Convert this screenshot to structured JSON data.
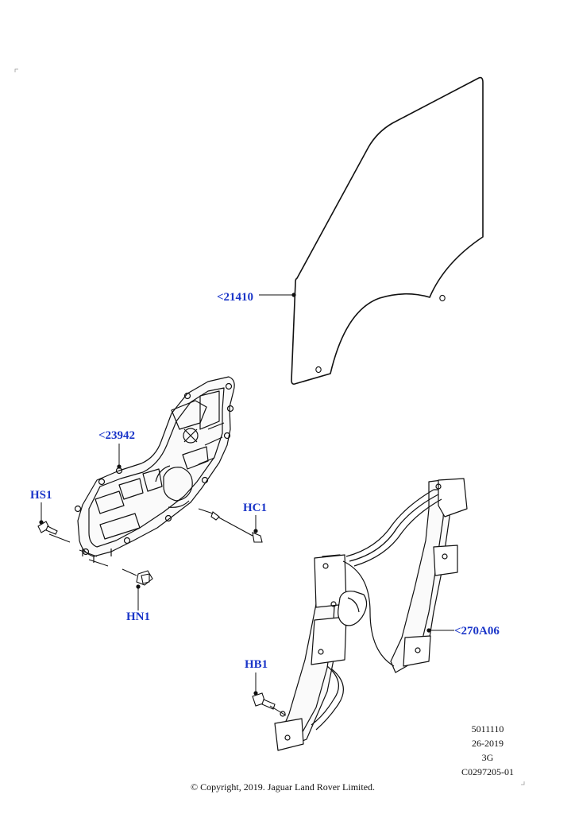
{
  "callouts": {
    "glass": "<21410",
    "module": "<23942",
    "regulator": "<270A06",
    "hs1": "HS1",
    "hc1": "HC1",
    "hn1": "HN1",
    "hb1": "HB1"
  },
  "meta": {
    "line1": "5011110",
    "line2": "26-2019",
    "line3": "3G",
    "line4": "C0297205-01"
  },
  "copyright": "© Copyright, 2019. Jaguar Land Rover Limited.",
  "colors": {
    "callout": "#1a35c8",
    "line": "#111111"
  }
}
